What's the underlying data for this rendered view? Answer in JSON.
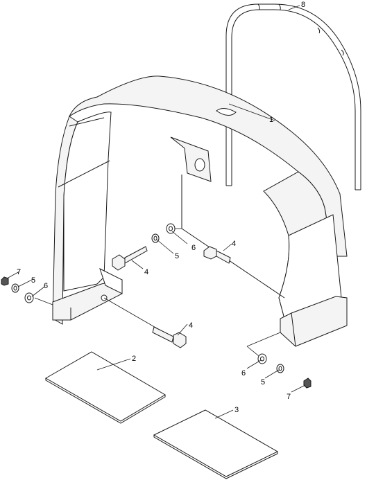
{
  "callouts": [
    {
      "id": "callout-1",
      "label": "1"
    },
    {
      "id": "callout-2",
      "label": "2"
    },
    {
      "id": "callout-3",
      "label": "3"
    },
    {
      "id": "callout-4a",
      "label": "4"
    },
    {
      "id": "callout-4b",
      "label": "4"
    },
    {
      "id": "callout-4c",
      "label": "4"
    },
    {
      "id": "callout-5a",
      "label": "5"
    },
    {
      "id": "callout-5b",
      "label": "5"
    },
    {
      "id": "callout-5c",
      "label": "5"
    },
    {
      "id": "callout-6a",
      "label": "6"
    },
    {
      "id": "callout-6b",
      "label": "6"
    },
    {
      "id": "callout-6c",
      "label": "6"
    },
    {
      "id": "callout-7a",
      "label": "7"
    },
    {
      "id": "callout-7b",
      "label": "7"
    },
    {
      "id": "callout-8",
      "label": "8"
    }
  ]
}
